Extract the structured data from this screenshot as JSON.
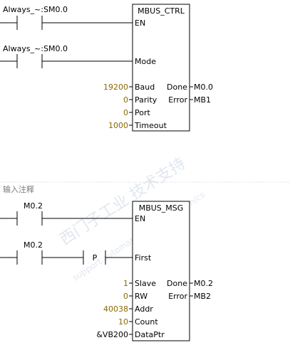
{
  "watermark": {
    "line1": "西门子工业 技术支持",
    "line2": "support.automation.siemens.com/cs"
  },
  "network1": {
    "rung1_contact": "Always_~:SM0.0",
    "rung2_contact": "Always_~:SM0.0",
    "box": {
      "title": "MBUS_CTRL",
      "inputs": {
        "en": "EN",
        "mode": "Mode",
        "baud": "Baud",
        "parity": "Parity",
        "port": "Port",
        "timeout": "Timeout"
      },
      "input_values": {
        "baud": "19200",
        "parity": "0",
        "port": "0",
        "timeout": "1000"
      },
      "outputs": {
        "done": "Done",
        "error": "Error"
      },
      "output_values": {
        "done": "M0.0",
        "error": "MB1"
      }
    }
  },
  "network2": {
    "comment": "输入注释",
    "rung1_contact": "M0.2",
    "rung2_contact": "M0.2",
    "edge_label": "P",
    "box": {
      "title": "MBUS_MSG",
      "inputs": {
        "en": "EN",
        "first": "First",
        "slave": "Slave",
        "rw": "RW",
        "addr": "Addr",
        "count": "Count",
        "dataptr": "DataPtr"
      },
      "input_values": {
        "slave": "1",
        "rw": "0",
        "addr": "40038",
        "count": "10",
        "dataptr": "&VB200"
      },
      "outputs": {
        "done": "Done",
        "error": "Error"
      },
      "output_values": {
        "done": "M0.2",
        "error": "MB2"
      }
    }
  }
}
